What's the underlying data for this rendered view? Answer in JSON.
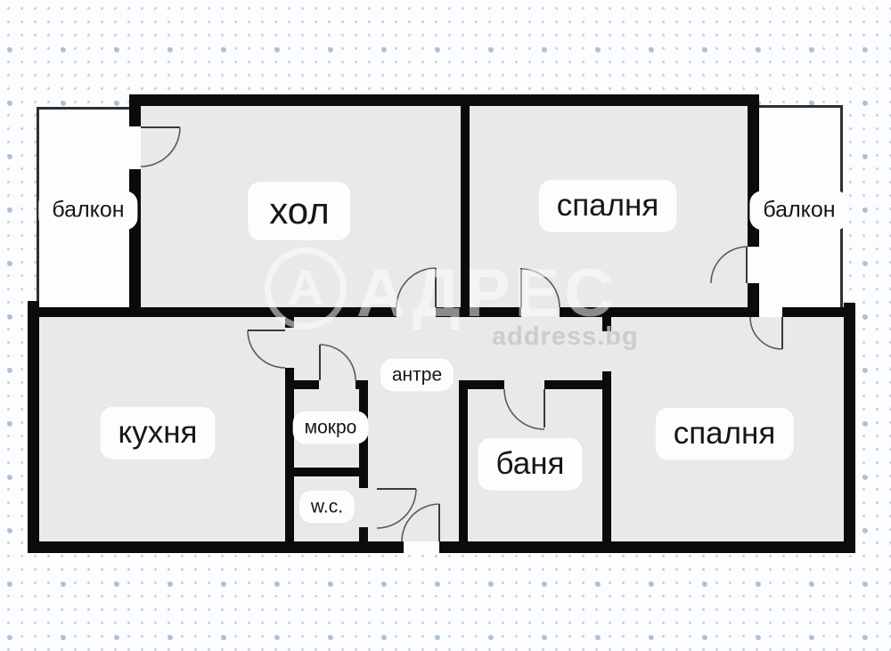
{
  "watermark": {
    "brand": "АДРЕС",
    "site": "address.bg",
    "logo_letter": "А"
  },
  "rooms": {
    "balcony_left": {
      "label": "балкон"
    },
    "living_room": {
      "label": "хол"
    },
    "bedroom_top": {
      "label": "спалня"
    },
    "balcony_right": {
      "label": "балкон"
    },
    "kitchen": {
      "label": "кухня"
    },
    "wet_room": {
      "label": "мокро"
    },
    "hallway": {
      "label": "антре"
    },
    "wc": {
      "label": "w.c."
    },
    "bathroom": {
      "label": "баня"
    },
    "bedroom_bottom": {
      "label": "спалня"
    }
  },
  "colors": {
    "wall": "#0b0b0b",
    "room_fill": "#e9e9e9",
    "balcony_fill": "#fdfdfd",
    "background": "#fcfdff",
    "dot_small": "#ccd4de",
    "dot_large": "#a9c2da",
    "label_text": "#161616"
  }
}
